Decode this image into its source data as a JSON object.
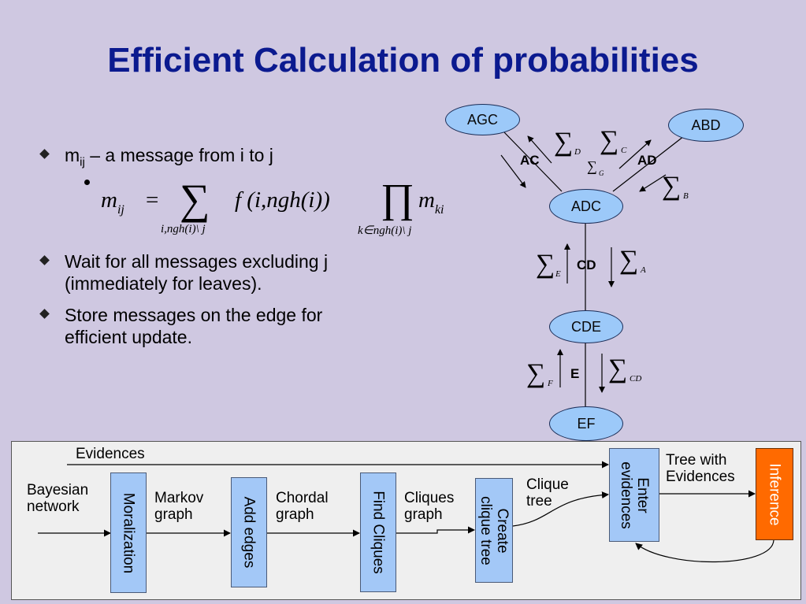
{
  "slide": {
    "title": "Efficient Calculation of probabilities",
    "bullets": {
      "b1_m": "m",
      "b1_sub": "ij",
      "b1_rest": " – a message from i to j",
      "b2_l1": "Wait for all messages excluding j",
      "b2_l2": "(immediately for leaves).",
      "b3_l1": "Store messages on the edge for",
      "b3_l2": "efficient update."
    },
    "formula": {
      "lhs_m": "m",
      "lhs_sub": "ij",
      "eq": "=",
      "sum_symbol": "∑",
      "sum_sub": "i,ngh(i)\\ j",
      "func": "f (i,ngh(i))",
      "prod_symbol": "∏",
      "prod_sub": "k∈ngh(i)\\ j",
      "rhs_m": "m",
      "rhs_sub": "ki"
    }
  },
  "clique_tree": {
    "nodes": {
      "agc": "AGC",
      "abd": "ABD",
      "adc": "ADC",
      "cde": "CDE",
      "ef": "EF"
    },
    "edge_labels": {
      "ac": "AC",
      "ad": "AD",
      "cd": "CD",
      "e": "E"
    },
    "sum_symbol": "∑",
    "message_subs": {
      "d": "D",
      "g": "G",
      "c": "C",
      "b": "B",
      "e": "E",
      "a": "A",
      "f": "F",
      "cd": "CD"
    }
  },
  "flow": {
    "labels": {
      "evidences": "Evidences",
      "bayes_l1": "Bayesian",
      "bayes_l2": "network",
      "markov_l1": "Markov",
      "markov_l2": "graph",
      "chordal_l1": "Chordal",
      "chordal_l2": "graph",
      "cliques_l1": "Cliques",
      "cliques_l2": "graph",
      "cliquetree_l1": "Clique",
      "cliquetree_l2": "tree",
      "treeev_l1": "Tree with",
      "treeev_l2": "Evidences"
    },
    "boxes": {
      "moralization": "Moralization",
      "add_edges": "Add edges",
      "find_cliques": "Find Cliques",
      "create_l1": "Create",
      "create_l2": "clique tree",
      "enter_l1": "Enter",
      "enter_l2": "evidences",
      "inference": "Inference"
    },
    "colors": {
      "box_fill": "#a3c8f7",
      "inference_fill": "#ff6a00"
    }
  }
}
